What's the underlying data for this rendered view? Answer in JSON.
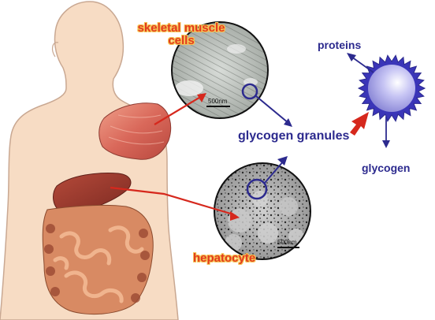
{
  "labels": {
    "muscle_cells": "skeletal muscle\ncells",
    "hepatocyte": "hepatocyte",
    "glycogen_granules": "glycogen granules",
    "proteins": "proteins",
    "glycogen": "glycogen"
  },
  "scale_bars": {
    "muscle": "500nm",
    "liver": "500nm"
  },
  "colors": {
    "body_fill": "#f7dcc4",
    "body_outline": "#c9a892",
    "red_arrow": "#d6281d",
    "blue_arrow": "#2c2a8e",
    "label_red": "#e23a1f",
    "label_blue": "#2c2a8e",
    "granule_core": "#b8b6f0"
  }
}
